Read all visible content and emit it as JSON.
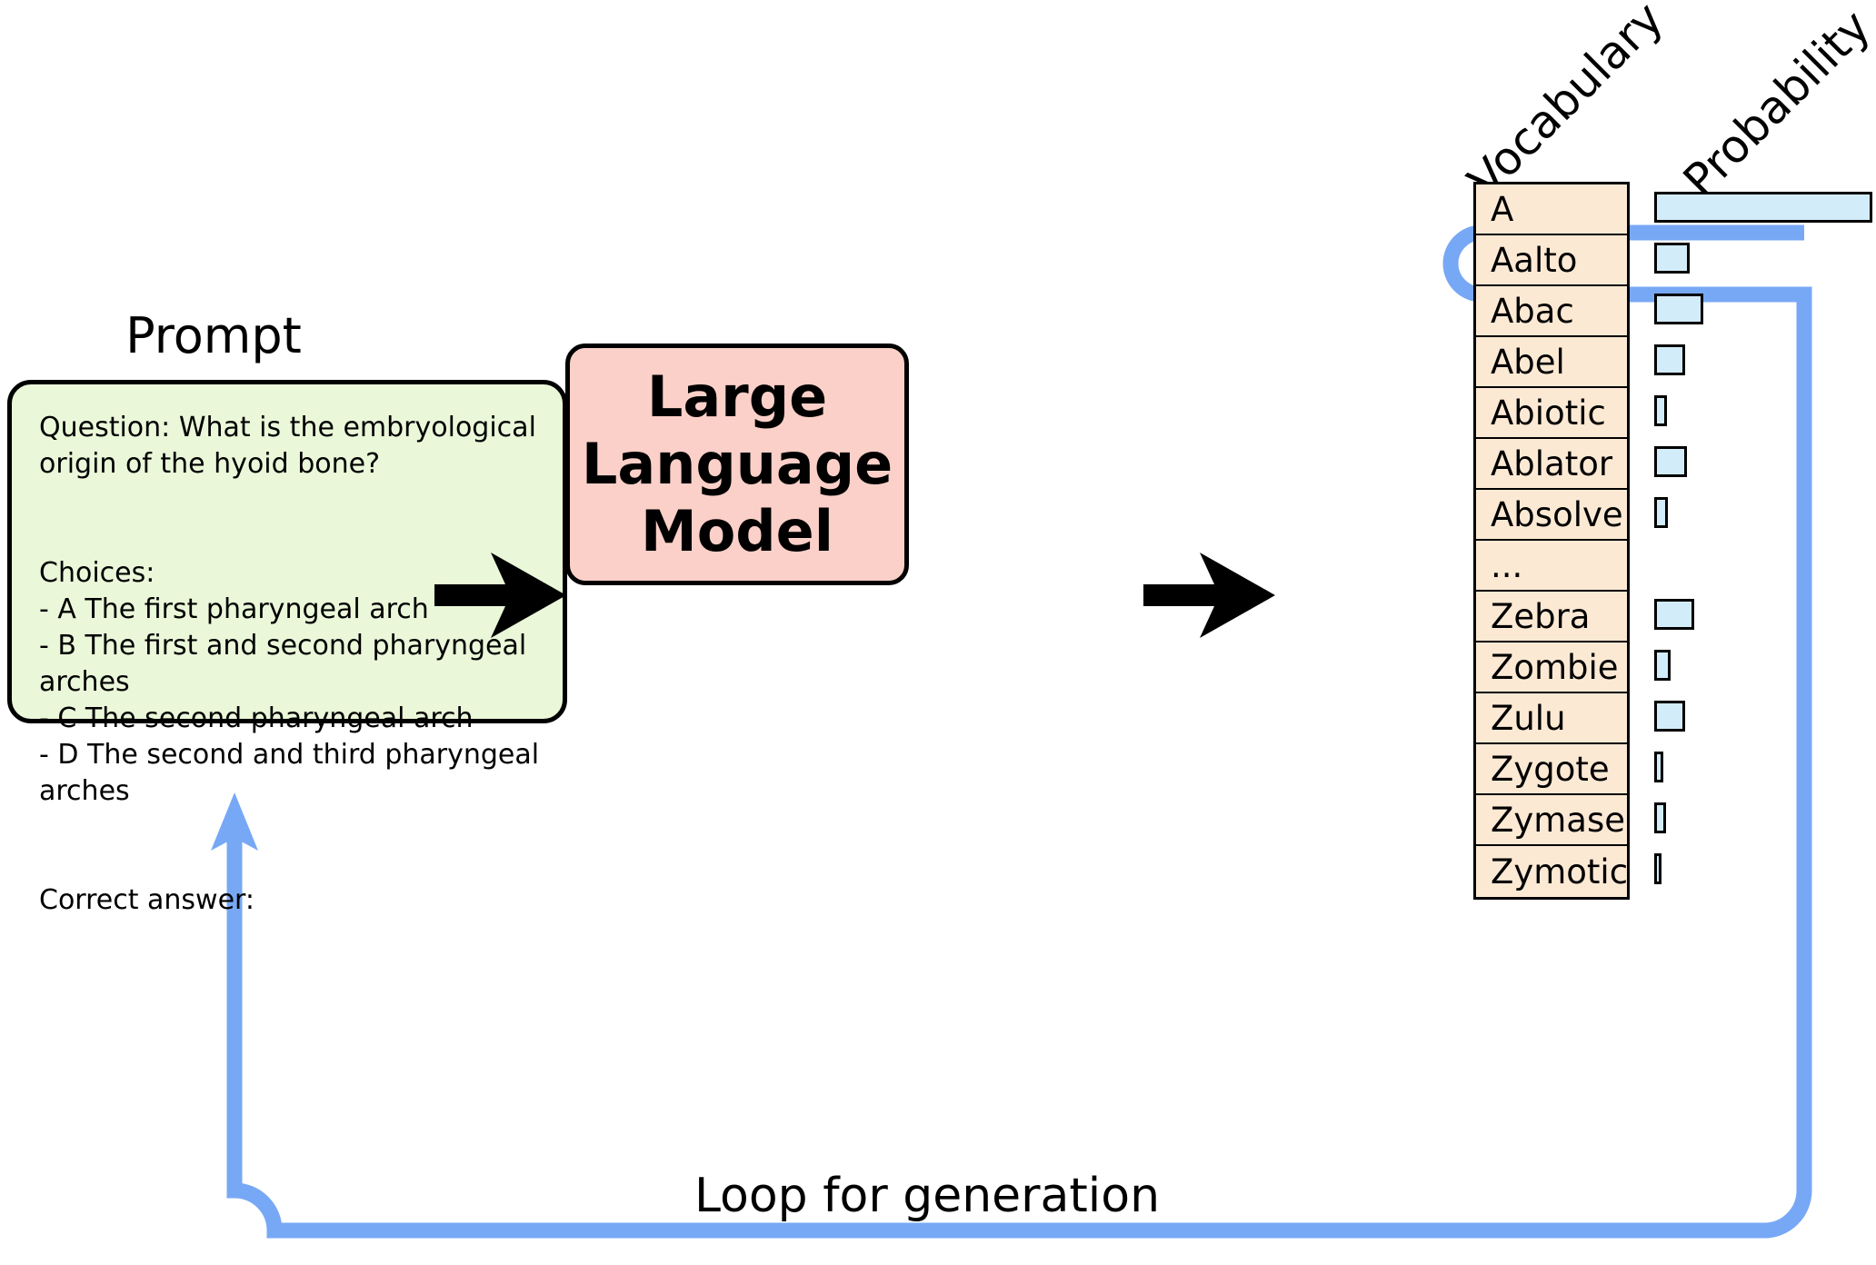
{
  "prompt": {
    "title": "Prompt",
    "body": "Question: What is the embryological\norigin of the hyoid bone?\n\n\nChoices:\n- A The first pharyngeal arch\n- B The first and second pharyngeal arches\n- C The second pharyngeal arch\n- D The second and third pharyngeal arches\n\n\nCorrect answer:"
  },
  "model": {
    "label": "Large\nLanguage\nModel"
  },
  "table": {
    "headers": {
      "vocabulary": "Vocabulary",
      "probability": "Probability"
    },
    "rows": [
      {
        "token": "A",
        "probability": 0.96,
        "selected": true
      },
      {
        "token": "Aalto",
        "probability": 0.155,
        "selected": false
      },
      {
        "token": "Abac",
        "probability": 0.215,
        "selected": false
      },
      {
        "token": "Abel",
        "probability": 0.135,
        "selected": false
      },
      {
        "token": "Abiotic",
        "probability": 0.055,
        "selected": false
      },
      {
        "token": "Ablator",
        "probability": 0.145,
        "selected": false
      },
      {
        "token": "Absolve",
        "probability": 0.06,
        "selected": false
      },
      {
        "token": "...",
        "probability": null,
        "selected": false
      },
      {
        "token": "Zebra",
        "probability": 0.175,
        "selected": false
      },
      {
        "token": "Zombie",
        "probability": 0.07,
        "selected": false
      },
      {
        "token": "Zulu",
        "probability": 0.135,
        "selected": false
      },
      {
        "token": "Zygote",
        "probability": 0.04,
        "selected": false
      },
      {
        "token": "Zymase",
        "probability": 0.05,
        "selected": false
      },
      {
        "token": "Zymotic",
        "probability": 0.03,
        "selected": false
      }
    ]
  },
  "loop": {
    "label": "Loop for generation"
  },
  "icons": {
    "arrow_prompt_to_model": "right-arrow-icon",
    "arrow_model_to_table": "right-arrow-icon",
    "feedback_arrow": "up-arrow-icon"
  },
  "colors": {
    "prompt_fill": "#eaf7d9",
    "model_fill": "#fbd0c8",
    "vocab_fill": "#fce9d4",
    "bar_fill": "#d3ecf9",
    "loop_stroke": "#77a8f5",
    "outline": "#000000"
  }
}
